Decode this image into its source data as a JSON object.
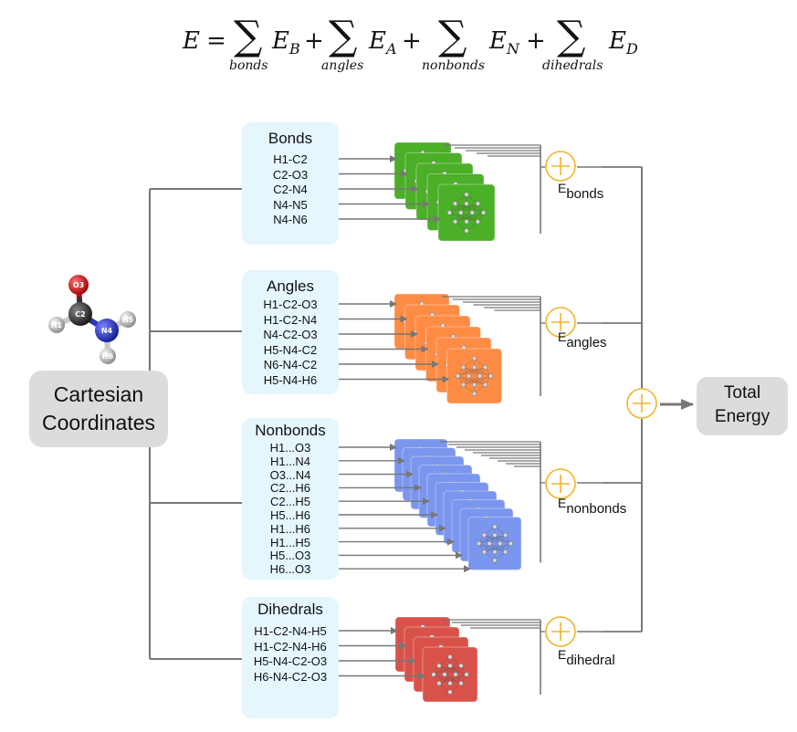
{
  "equation": {
    "lhs": "E",
    "eq": "=",
    "terms": [
      {
        "energy": "E",
        "sub": "B",
        "under": "bonds"
      },
      {
        "energy": "E",
        "sub": "A",
        "under": "angles"
      },
      {
        "energy": "E",
        "sub": "N",
        "under": "nonbonds"
      },
      {
        "energy": "E",
        "sub": "D",
        "under": "dihedrals"
      }
    ]
  },
  "molecule": {
    "atoms": [
      {
        "label": "O3",
        "color": "#d40000"
      },
      {
        "label": "C2",
        "color": "#333333"
      },
      {
        "label": "H1",
        "color": "#c8c8c8"
      },
      {
        "label": "N4",
        "color": "#2b35c8"
      },
      {
        "label": "H5",
        "color": "#c8c8c8"
      },
      {
        "label": "H6",
        "color": "#c8c8c8"
      }
    ]
  },
  "input": {
    "line1": "Cartesian",
    "line2": "Coordinates"
  },
  "output": {
    "line1": "Total",
    "line2": "Energy"
  },
  "categories": [
    {
      "title": "Bonds",
      "color": "#4caf28",
      "energy_base": "E",
      "energy_sub": "bonds",
      "items": [
        "H1-C2",
        "C2-O3",
        "C2-N4",
        "N4-N5",
        "N4-N6"
      ]
    },
    {
      "title": "Angles",
      "color": "#ff8c45",
      "energy_base": "E",
      "energy_sub": "angles",
      "items": [
        "H1-C2-O3",
        "H1-C2-N4",
        "N4-C2-O3",
        "H5-N4-C2",
        "N6-N4-C2",
        "H5-N4-H6"
      ]
    },
    {
      "title": "Nonbonds",
      "color": "#7b96ee",
      "energy_base": "E",
      "energy_sub": "nonbonds",
      "items": [
        "H1...O3",
        "H1...N4",
        "O3...N4",
        "C2...H6",
        "C2...H5",
        "H5...H6",
        "H1...H6",
        "H1...H5",
        "H5...O3",
        "H6...O3"
      ]
    },
    {
      "title": "Dihedrals",
      "color": "#d9524a",
      "energy_base": "E",
      "energy_sub": "dihedral",
      "items": [
        "H1-C2-N4-H5",
        "H1-C2-N4-H6",
        "H5-N4-C2-O3",
        "H6-N4-C2-O3"
      ]
    }
  ],
  "colors": {
    "line": "#777777",
    "adder": "#f0b428",
    "panel": "#e5f6fd",
    "big_box": "#dcdcdc"
  }
}
